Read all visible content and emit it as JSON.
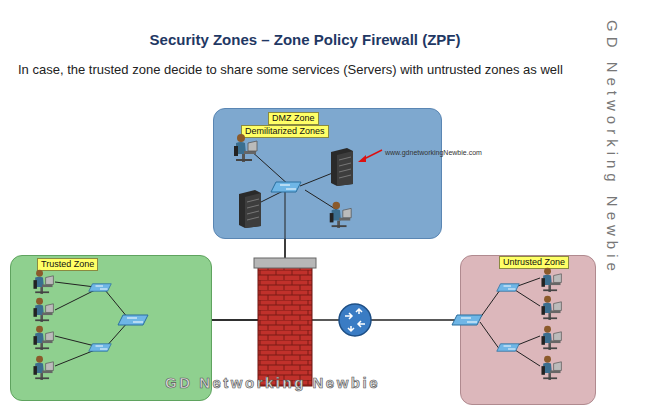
{
  "diagram": {
    "title": "Security Zones – Zone Policy Firewall (ZPF)",
    "nodes": [
      {
        "text": [
          "DMZ Zone",
          "Demilitarized Zones"
        ]
      },
      {
        "text": [
          "Trusted Zone"
        ]
      },
      {
        "text": [
          "Untrusted Zone"
        ]
      }
    ],
    "edges": [
      {
        "from": 1,
        "to": 2,
        "arrow": "none"
      },
      {
        "from": 0,
        "to": 1,
        "arrow": "none"
      }
    ],
    "labels": [
      "In case, the trusted zone decide to share some services (Servers) with untrusted zones as well",
      "www.gdnetworkingNewbie.com",
      "GD Networking Newbie",
      "GD Networking Newbie"
    ]
  }
}
